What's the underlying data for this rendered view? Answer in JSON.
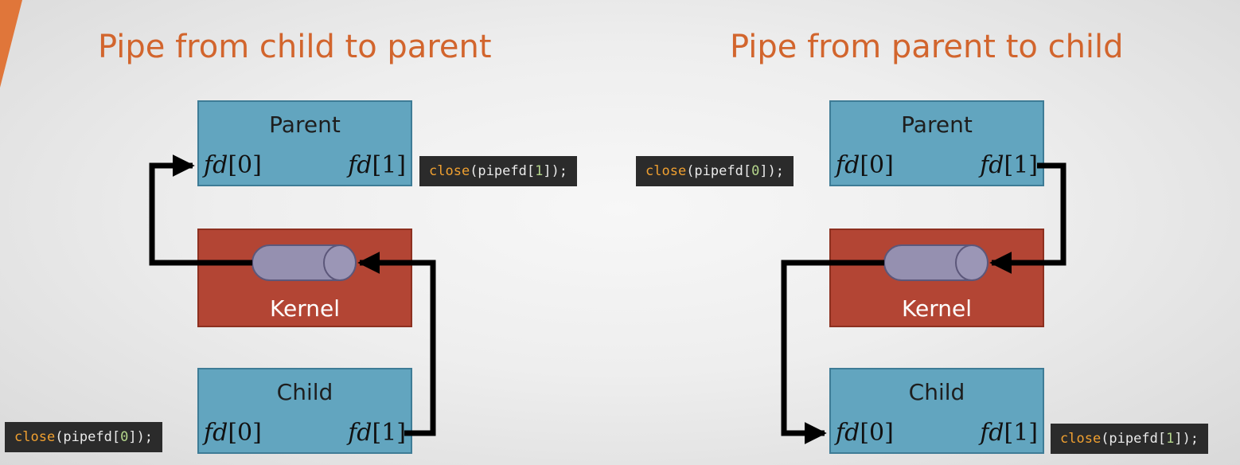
{
  "colors": {
    "title": "#d2652d",
    "process_box": "#62a5bf",
    "kernel_box": "#b34534",
    "pipe": "#9590b0",
    "code_bg": "#2b2b2b",
    "code_keyword": "#f0a030",
    "code_number": "#b5d68c"
  },
  "left": {
    "title": "Pipe from child to parent",
    "parent": {
      "label": "Parent",
      "fd0": "fd",
      "fd0_index": "[0]",
      "fd1": "fd",
      "fd1_index": "[1]"
    },
    "kernel": {
      "label": "Kernel"
    },
    "child": {
      "label": "Child",
      "fd0": "fd",
      "fd0_index": "[0]",
      "fd1": "fd",
      "fd1_index": "[1]"
    },
    "parent_code": {
      "keyword": "close",
      "pre": "(pipefd[",
      "num": "1",
      "post": "]);"
    },
    "child_code": {
      "keyword": "close",
      "pre": "(pipefd[",
      "num": "0",
      "post": "]);"
    }
  },
  "right": {
    "title": "Pipe from parent to child",
    "parent": {
      "label": "Parent",
      "fd0": "fd",
      "fd0_index": "[0]",
      "fd1": "fd",
      "fd1_index": "[1]"
    },
    "kernel": {
      "label": "Kernel"
    },
    "child": {
      "label": "Child",
      "fd0": "fd",
      "fd0_index": "[0]",
      "fd1": "fd",
      "fd1_index": "[1]"
    },
    "parent_code": {
      "keyword": "close",
      "pre": "(pipefd[",
      "num": "0",
      "post": "]);"
    },
    "child_code": {
      "keyword": "close",
      "pre": "(pipefd[",
      "num": "1",
      "post": "]);"
    }
  }
}
